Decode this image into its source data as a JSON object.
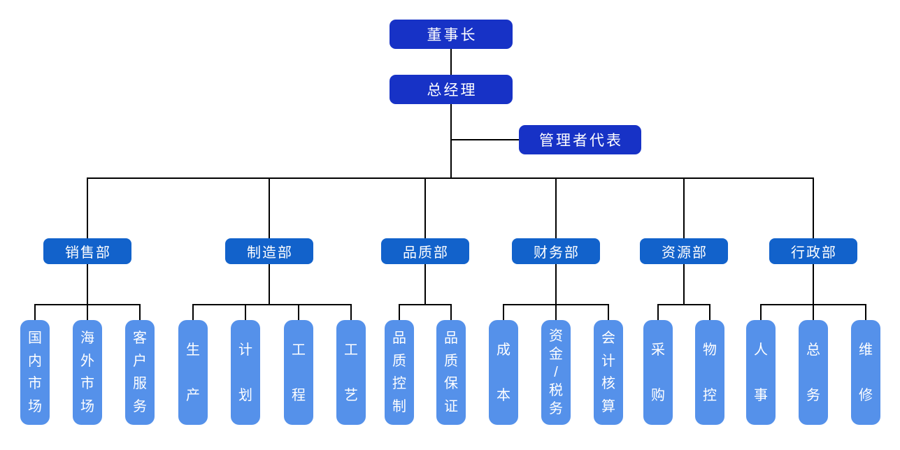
{
  "org_chart": {
    "colors": {
      "top_level": "#1732C6",
      "department": "#1262CB",
      "sub_unit": "#5591EA",
      "connector": "#000000",
      "label_text": "#FFFFFF",
      "background": "#FFFFFF"
    },
    "nodes": {
      "chairman": "董事长",
      "general_manager": "总经理",
      "management_rep": "管理者代表"
    },
    "departments": [
      {
        "label": "销售部",
        "children": [
          "国内市场",
          "海外市场",
          "客户服务"
        ]
      },
      {
        "label": "制造部",
        "children": [
          "生产",
          "计划",
          "工程",
          "工艺"
        ]
      },
      {
        "label": "品质部",
        "children": [
          "品质控制",
          "品质保证"
        ]
      },
      {
        "label": "财务部",
        "children": [
          "成本",
          "资金/税务",
          "会计核算"
        ]
      },
      {
        "label": "资源部",
        "children": [
          "采购",
          "物控"
        ]
      },
      {
        "label": "行政部",
        "children": [
          "人事",
          "总务",
          "维修"
        ]
      }
    ]
  }
}
